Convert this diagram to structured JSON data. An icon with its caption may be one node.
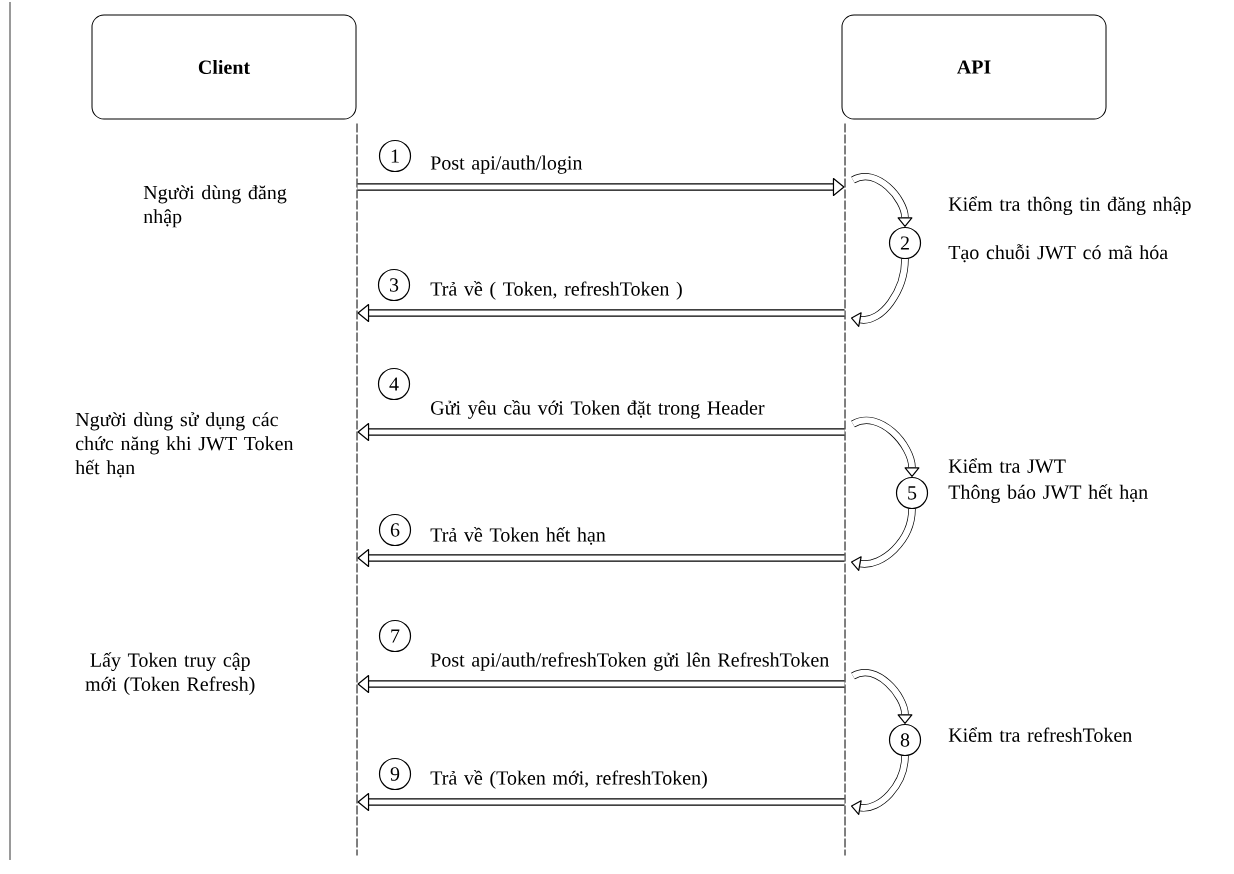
{
  "diagram": {
    "nodes": [
      {
        "text": [
          "Client"
        ]
      },
      {
        "text": [
          "API"
        ]
      },
      {
        "text": [],
        "shape": "bar"
      },
      {
        "text": [],
        "shape": "bar"
      },
      {
        "text": [
          "1"
        ]
      },
      {
        "text": [
          "2"
        ],
        "beside": [
          "Kiểm tra thông tin đăng nhập",
          "Tạo chuỗi JWT có mã hóa"
        ]
      },
      {
        "text": [
          "3"
        ]
      },
      {
        "text": [
          "4"
        ]
      },
      {
        "text": [
          "5"
        ],
        "beside": [
          "Kiểm tra JWT",
          "Thông báo JWT hết hạn"
        ]
      },
      {
        "text": [
          "6"
        ]
      },
      {
        "text": [
          "7"
        ]
      },
      {
        "text": [
          "8"
        ],
        "beside": [
          "Kiểm tra refreshToken"
        ]
      },
      {
        "text": [
          "9"
        ]
      }
    ],
    "edges": [
      {
        "from": 2,
        "to": 3,
        "arrow": "to",
        "label": "Post api/auth/login"
      },
      {
        "from": 3,
        "to": 5,
        "arrow": "to"
      },
      {
        "from": 5,
        "to": 3,
        "arrow": "to"
      },
      {
        "from": 3,
        "to": 2,
        "arrow": "to",
        "label": "Trả về ( Token, refreshToken )"
      },
      {
        "from": 3,
        "to": 2,
        "arrow": "to",
        "label": "Gửi yêu cầu với Token đặt trong Header"
      },
      {
        "from": 3,
        "to": 8,
        "arrow": "to"
      },
      {
        "from": 8,
        "to": 3,
        "arrow": "to"
      },
      {
        "from": 3,
        "to": 2,
        "arrow": "to",
        "label": "Trả về Token hết hạn"
      },
      {
        "from": 3,
        "to": 2,
        "arrow": "to",
        "label": "Post api/auth/refreshToken gửi lên RefreshToken"
      },
      {
        "from": 3,
        "to": 11,
        "arrow": "to"
      },
      {
        "from": 11,
        "to": 3,
        "arrow": "to"
      },
      {
        "from": 3,
        "to": 2,
        "arrow": "to",
        "label": "Trả về (Token mới, refreshToken)"
      }
    ],
    "labels": [
      "Người dùng đăng nhập",
      "Người dùng sử dụng các chức năng khi JWT Token hết hạn",
      "Lấy Token truy cập mới (Token Refresh)"
    ]
  }
}
